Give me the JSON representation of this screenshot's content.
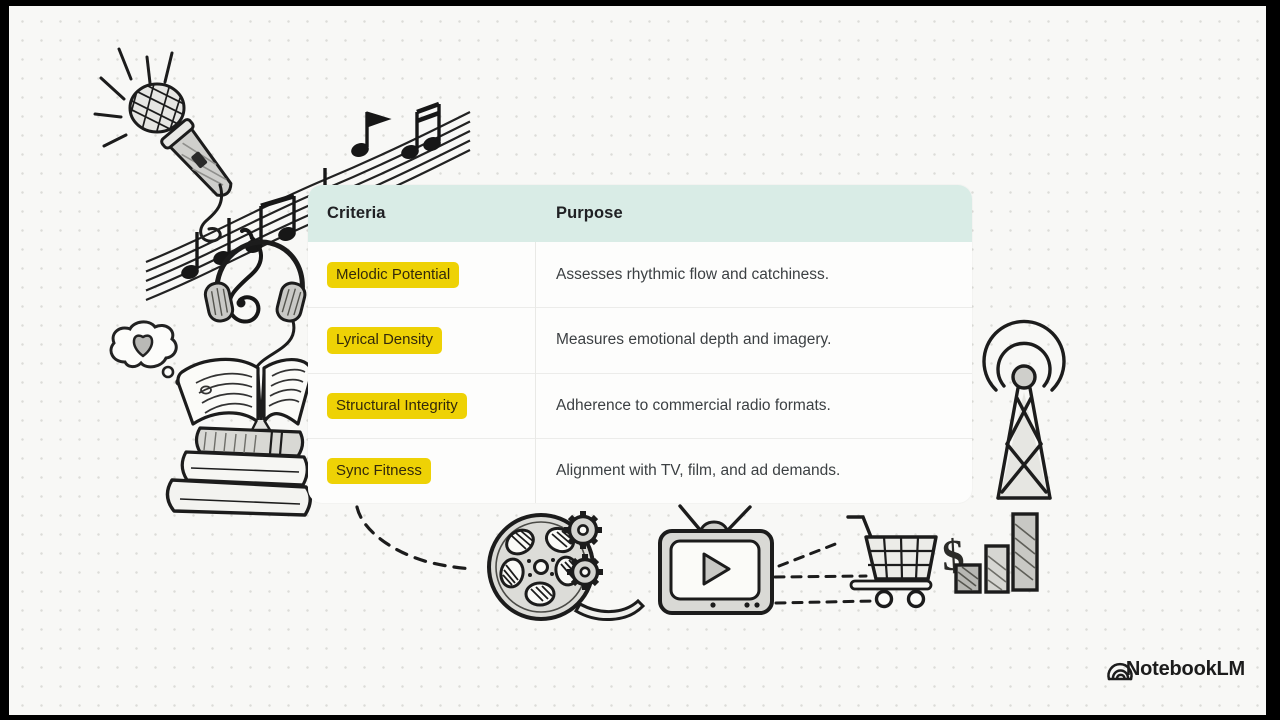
{
  "table": {
    "columns": [
      "Criteria",
      "Purpose"
    ],
    "rows": [
      {
        "criteria": "Melodic Potential",
        "purpose": "Assesses rhythmic flow and catchiness."
      },
      {
        "criteria": "Lyrical Density",
        "purpose": "Measures emotional depth and imagery."
      },
      {
        "criteria": "Structural Integrity",
        "purpose": "Adherence to commercial radio formats."
      },
      {
        "criteria": "Sync Fitness",
        "purpose": "Alignment with TV, film, and ad demands."
      }
    ]
  },
  "branding": {
    "logo_text": "NotebookLM"
  },
  "decor": {
    "dollar_sign": "$",
    "icons": [
      "microphone-icon",
      "sound-rays-icon",
      "music-staff-icon",
      "treble-clef-icon",
      "headphones-icon",
      "thought-bubble-heart-icon",
      "book-stack-icon",
      "radio-tower-icon",
      "film-reel-icon",
      "gears-icon",
      "tv-play-icon",
      "shopping-cart-icon",
      "bar-chart-icon",
      "notebooklm-logo-icon"
    ]
  },
  "colors": {
    "header_bg": "#d9ece6",
    "highlight_yellow": "#eed205",
    "canvas_bg": "#f8f8f6",
    "ink": "#1f1f1f"
  }
}
